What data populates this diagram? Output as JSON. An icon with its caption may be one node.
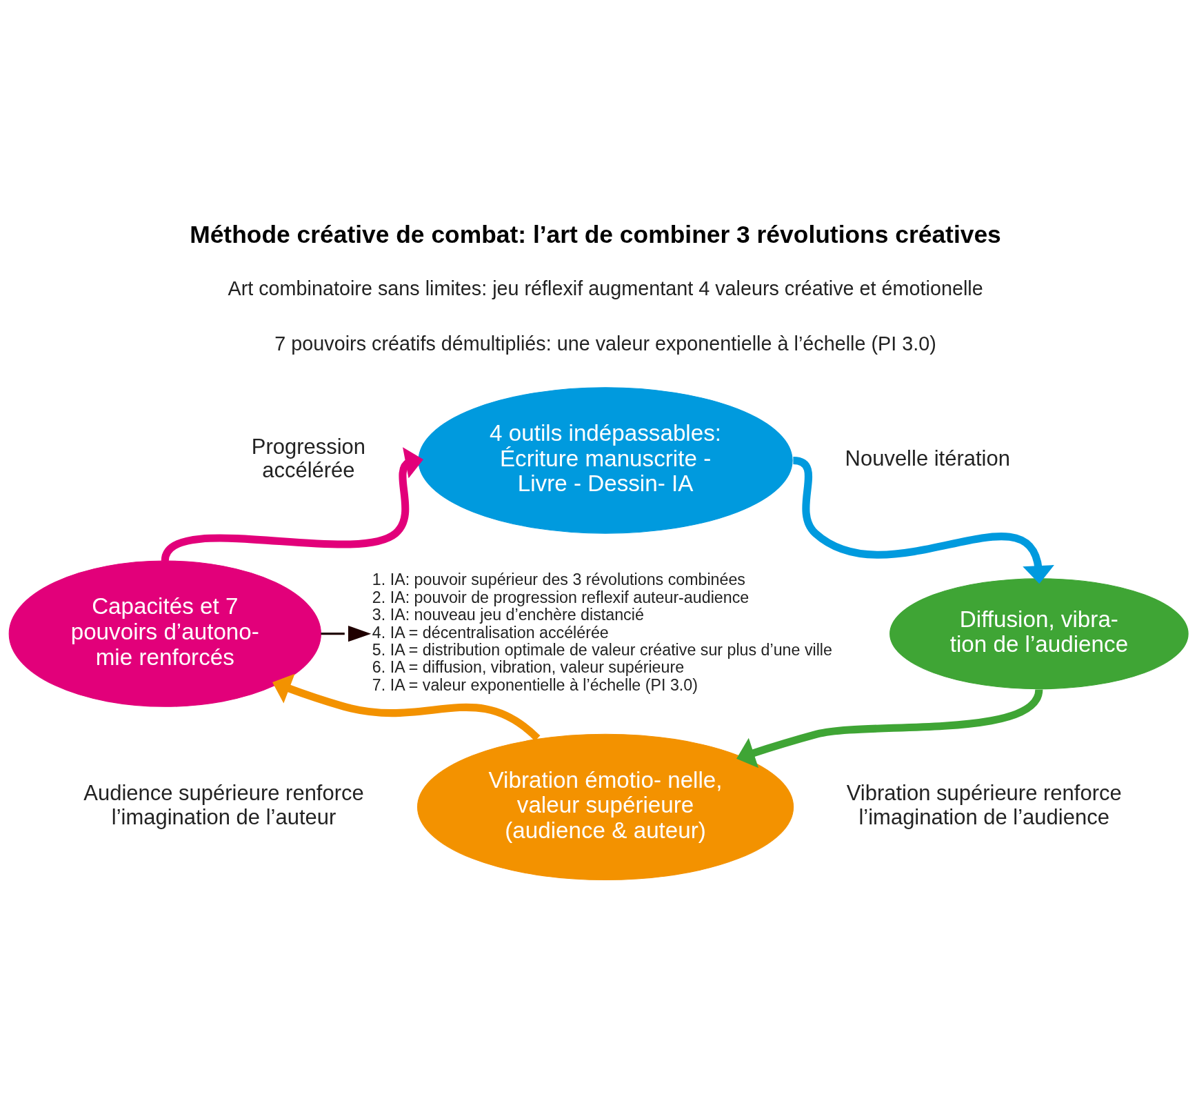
{
  "diagram": {
    "title": "Méthode créative de combat: l’art de combiner 3 révolutions créatives",
    "nodes": [
      {
        "text": [
          "4 outils indépassables: Écriture manuscrite - Livre - Dessin- IA"
        ]
      },
      {
        "text": [
          "Capacités et 7 pouvoirs d’autono- mie renforcés"
        ]
      },
      {
        "text": [
          "1. IA: pouvoir supérieur des 3 révolutions combinées",
          "2. IA: pouvoir de progression reflexif auteur-audience",
          "3. IA: nouveau jeu d’enchère distancié",
          "4. IA = décentralisation accélérée",
          "5. IA = distribution optimale de valeur créative sur plus d’une ville",
          "6. IA = diffusion, vibration, valeur supérieure",
          "7. IA = valeur exponentielle à l’échelle (PI 3.0)"
        ]
      },
      {
        "text": [
          "Diffusion, vibra- tion de l’audience"
        ]
      },
      {
        "text": [
          "Vibration émotio- nelle, valeur supérieure (audience & auteur)"
        ]
      }
    ],
    "edges": [
      {
        "from": 1,
        "to": 0,
        "arrow": "to",
        "color": "#e2007a"
      },
      {
        "from": 0,
        "to": 3,
        "arrow": "to",
        "color": "#009ade"
      },
      {
        "from": 3,
        "to": 4,
        "arrow": "to",
        "color": "#3fa535"
      },
      {
        "from": 4,
        "to": 1,
        "arrow": "to",
        "color": "#f39200"
      },
      {
        "from": 1,
        "to": 2,
        "arrow": "to",
        "color": "#200000"
      }
    ],
    "labels": [
      "Art combinatoire sans limites: jeu réflexif augmentant 4 valeurs créative et émotionelle",
      "7 pouvoirs créatifs démultipliés: une valeur exponentielle à l’échelle (PI 3.0)",
      "Progression accélérée",
      "Nouvelle itération",
      "Audience supérieure renforce l’imagination de l’auteur",
      "Vibration supérieure renforce l’imagination de l’audience"
    ]
  }
}
